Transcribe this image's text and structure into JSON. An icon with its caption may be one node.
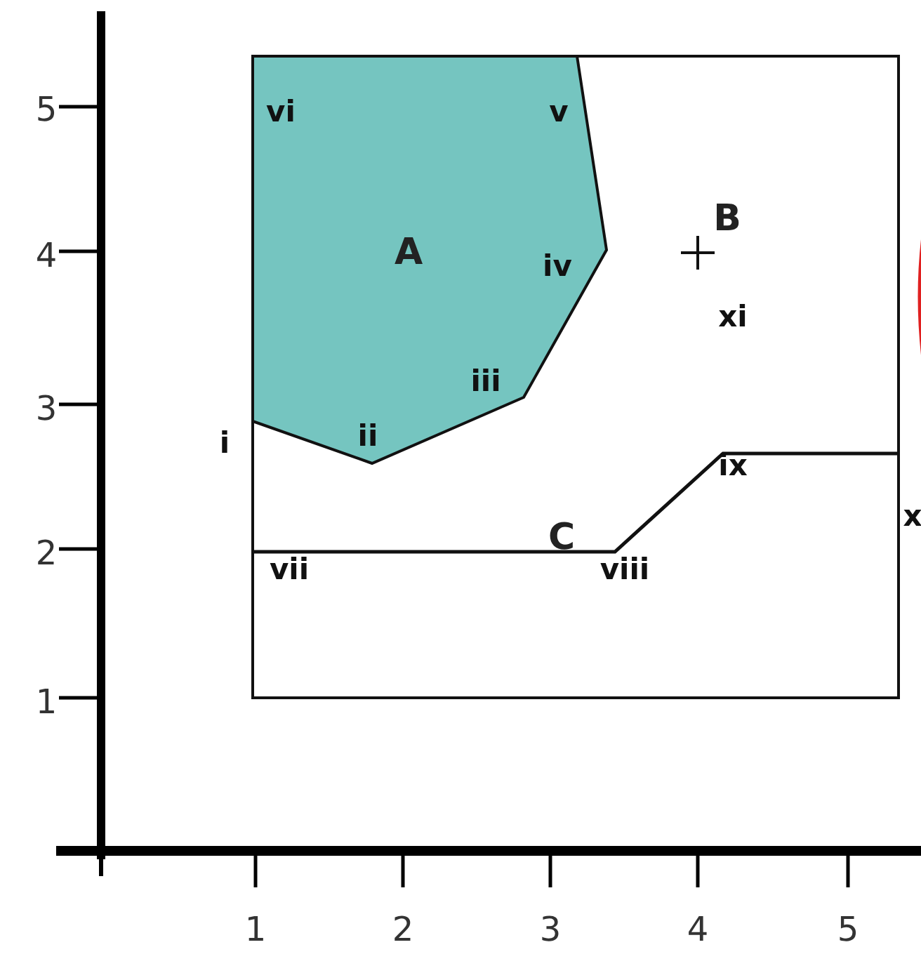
{
  "diagram": {
    "labels": [
      "5",
      "vi",
      "v",
      "4",
      "A",
      "B",
      "iv",
      "xi",
      "3",
      "iii",
      "i",
      "ii",
      "ix",
      "x",
      "2",
      "C",
      "vii",
      "viii",
      "1",
      "1",
      "2",
      "3",
      "4",
      "5"
    ]
  }
}
